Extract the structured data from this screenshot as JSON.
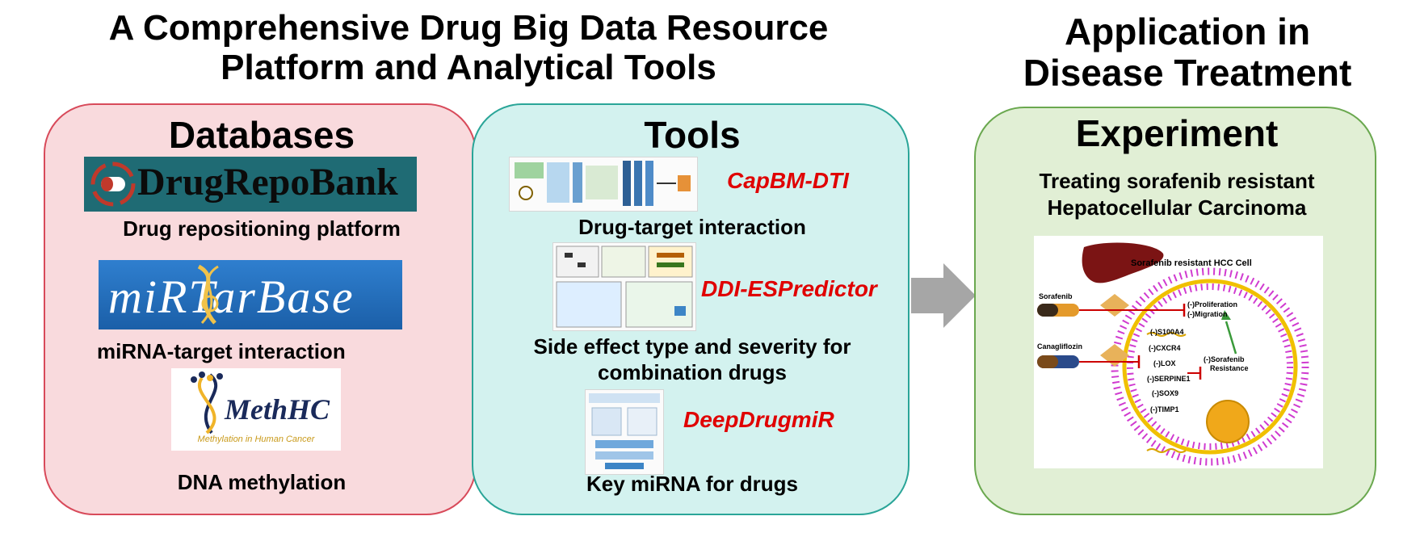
{
  "header": {
    "main_title_line1": "A Comprehensive Drug Big Data Resource",
    "main_title_line2": "Platform and Analytical Tools",
    "right_title_line1": "Application in",
    "right_title_line2": "Disease Treatment"
  },
  "databases": {
    "title": "Databases",
    "items": [
      {
        "logo_text": "DrugRepoBank",
        "caption": "Drug repositioning platform"
      },
      {
        "logo_text": "miRTarBase",
        "caption": "miRNA-target interaction"
      },
      {
        "logo_text": "MethHC",
        "logo_subtitle": "Methylation in Human Cancer",
        "caption": "DNA methylation"
      }
    ]
  },
  "tools": {
    "title": "Tools",
    "items": [
      {
        "name": "CapBM-DTI",
        "caption": "Drug-target interaction"
      },
      {
        "name": "DDI-ESPredictor",
        "caption_line1": "Side effect type and severity for",
        "caption_line2": "combination drugs"
      },
      {
        "name": "DeepDrugmiR",
        "caption": "Key miRNA for drugs"
      }
    ]
  },
  "experiment": {
    "title": "Experiment",
    "subtitle_line1": "Treating sorafenib resistant",
    "subtitle_line2": "Hepatocellular Carcinoma",
    "figure": {
      "cell_label": "Sorafenib resistant HCC Cell",
      "drug1": "Sorafenib",
      "drug2": "Canagliflozin",
      "effects": [
        "(-)Proliferation",
        "(-)Migration"
      ],
      "genes": [
        "(-)S100A4",
        "(-)CXCR4",
        "(-)LOX",
        "(-)SERPINE1",
        "(-)SOX9",
        "(-)TIMP1"
      ],
      "resistance_line1": "(-)Sorafenib",
      "resistance_line2": "Resistance"
    }
  },
  "colors": {
    "db_fill": "#f9dadd",
    "db_border": "#d84a5a",
    "tools_fill": "#d3f2ef",
    "tools_border": "#2aa598",
    "exp_fill": "#e1efd5",
    "exp_border": "#6aa84f",
    "tool_name": "#e00000",
    "arrow": "#a6a6a6"
  }
}
